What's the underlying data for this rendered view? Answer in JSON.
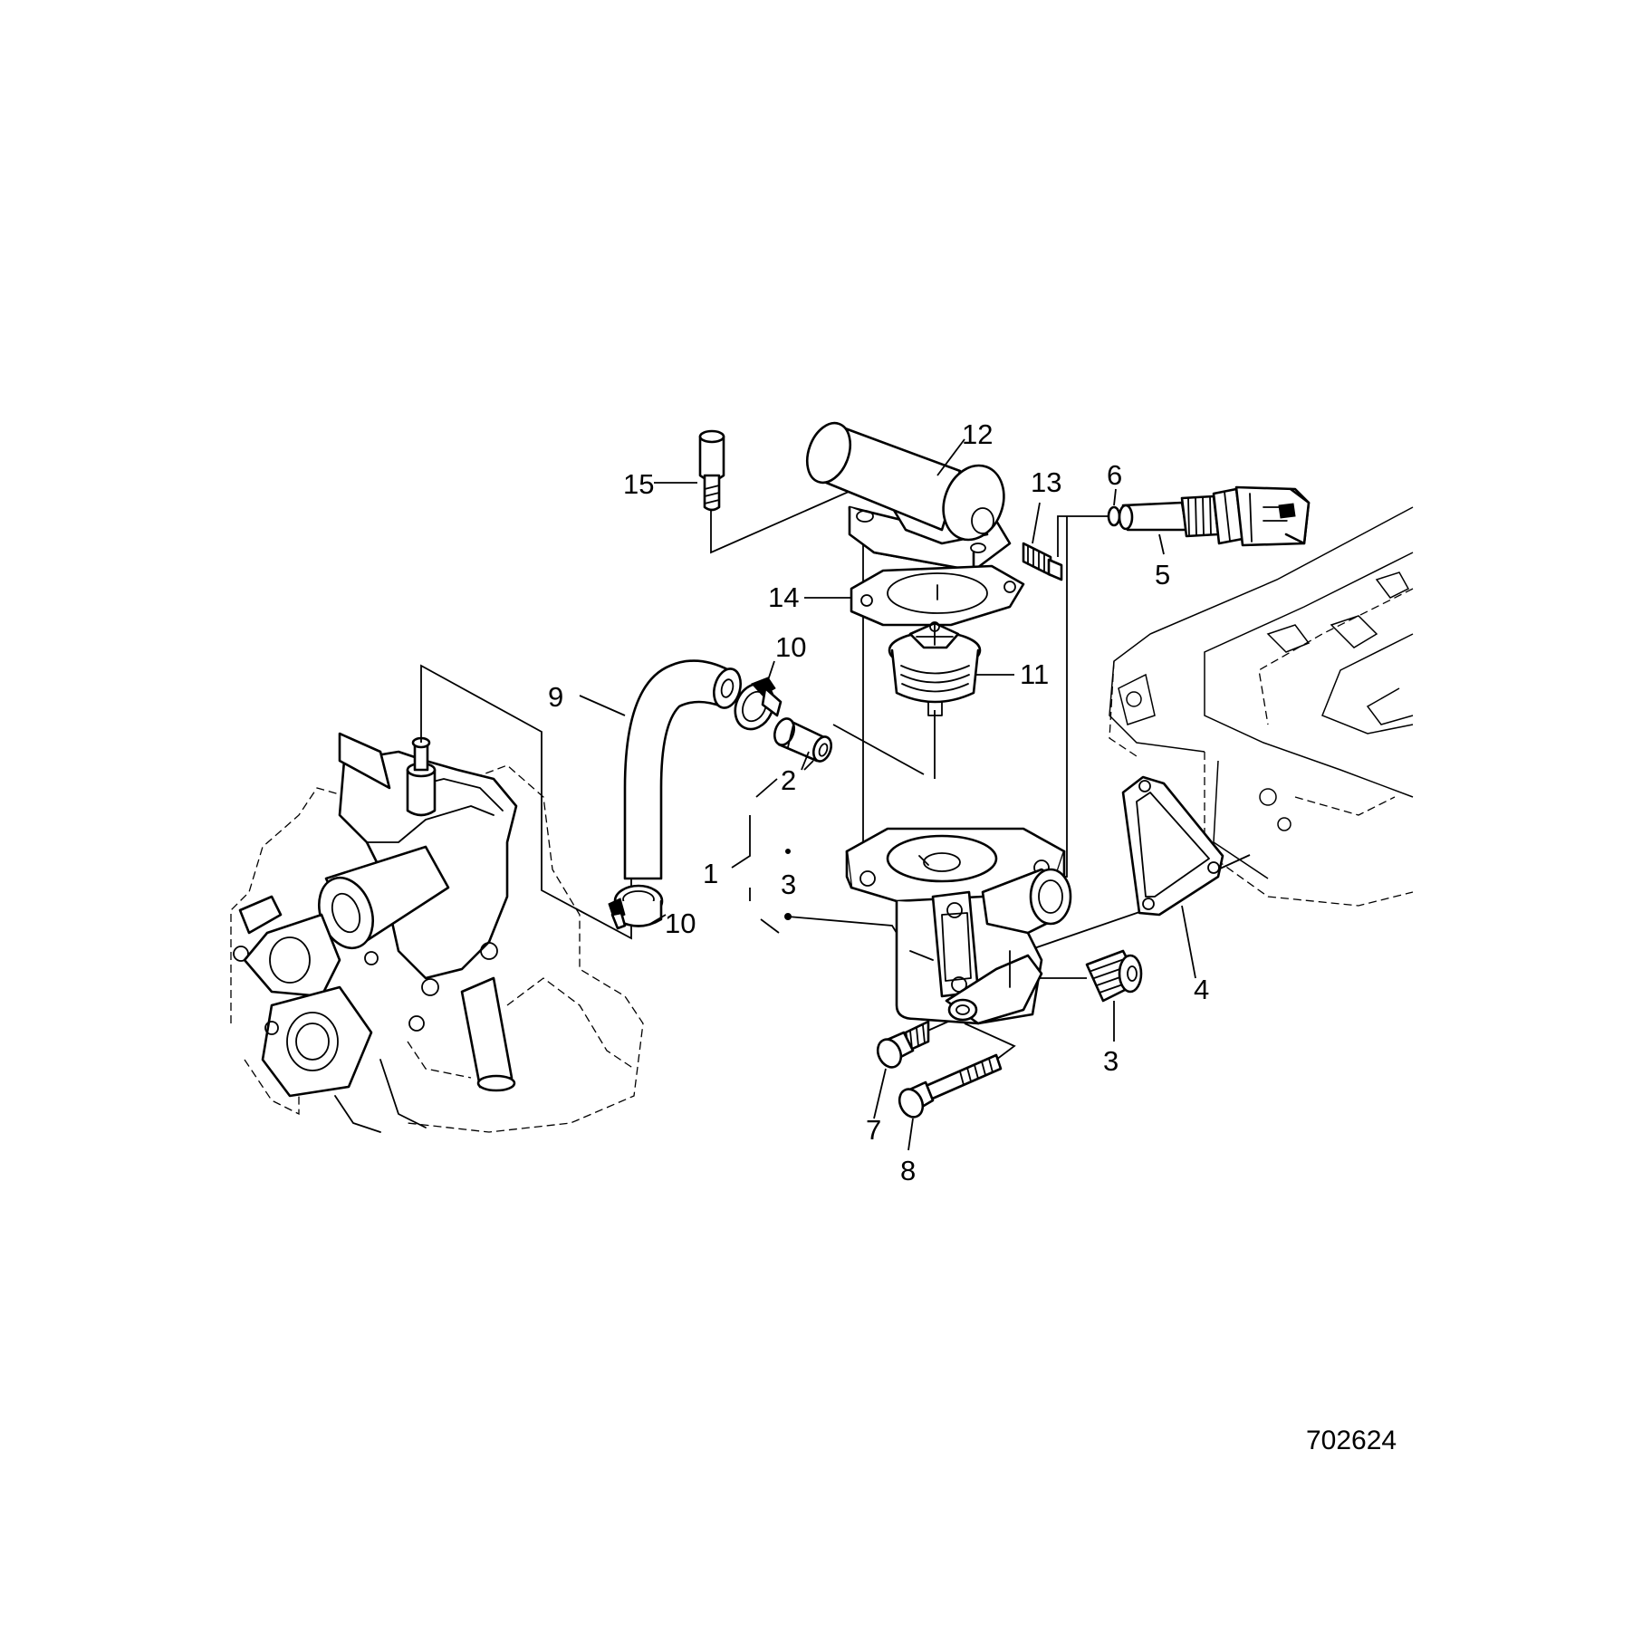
{
  "figure_number": "702624",
  "callouts": {
    "c1": "1",
    "c2": "2",
    "c3a": "3",
    "c3b": "3",
    "c4": "4",
    "c5": "5",
    "c6": "6",
    "c7": "7",
    "c8": "8",
    "c9": "9",
    "c10a": "10",
    "c10b": "10",
    "c11": "11",
    "c12": "12",
    "c13": "13",
    "c14": "14",
    "c15": "15"
  }
}
